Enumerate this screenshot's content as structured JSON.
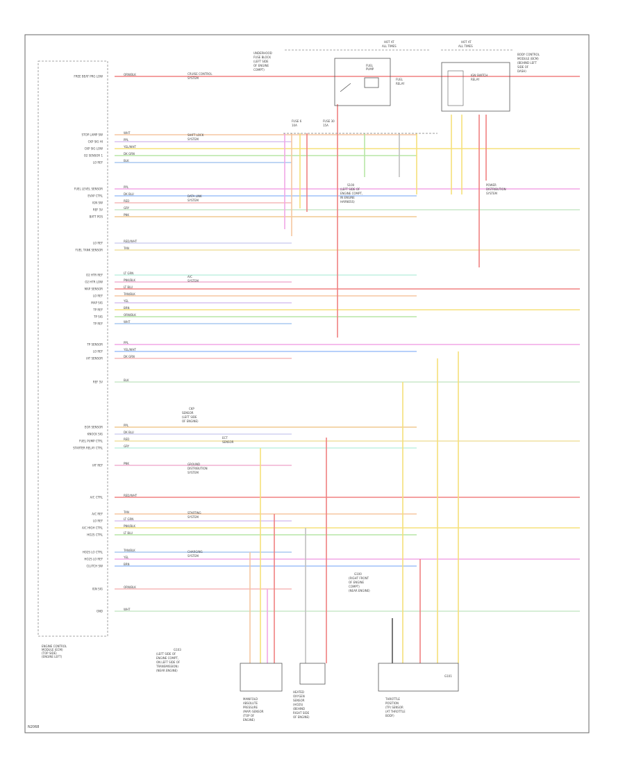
{
  "footer_code": "N2068",
  "module": {
    "name_lines": [
      "ENGINE CONTROL",
      "MODULE (ECM)",
      "(TOP SIDE)",
      "(ENGINE LEFT)"
    ]
  },
  "top_labels": {
    "hot_at_all_times_left": [
      "HOT AT",
      "ALL TIMES"
    ],
    "hot_at_all_times_right": [
      "HOT AT",
      "ALL TIMES"
    ],
    "underhood_fuse": [
      "UNDERHOOD",
      "FUSE BLOCK",
      "(LEFT SIDE",
      "OF ENGINE",
      "COMPT)"
    ],
    "fuel_pump_relay": [
      "FUEL",
      "PUMP",
      "RELAY"
    ],
    "fuel_relay_label": [
      "FUEL",
      "RELAY"
    ],
    "fuse_left": [
      "FUSE 6",
      "10A"
    ],
    "fuse_right": [
      "FUSE 30",
      "15A"
    ],
    "body_control": [
      "BODY CONTROL",
      "MODULE (BCM)",
      "(BEHIND LEFT",
      "SIDE OF",
      "DASH)"
    ],
    "ign_switch_label": [
      "IGN SWITCH",
      "RELAY"
    ],
    "splice_note": [
      "S100",
      "(LEFT SIDE OF",
      "ENGINE COMPT,",
      "IN ENGINE",
      "HARNESS)"
    ],
    "power_distribution": [
      "POWER",
      "DISTRIBUTION",
      "SYSTEM"
    ]
  },
  "pin_labels": [
    "FREE BEAT PRG LOW",
    "STOP LAMP SW",
    "CKP SIG HI",
    "CKP SIG LOW",
    "O2 SENSOR 1",
    "LO REF",
    "FUEL LEVEL SENSOR",
    "EVAP CTRL",
    "IGN SW",
    "REF 5V",
    "BATT POS",
    "LO REF",
    "FUEL TANK SENSOR",
    "O2 HTR REF",
    "O2 HTR LOW",
    "MAP SENSOR",
    "LO REF",
    "MAP SIG",
    "TP REF",
    "TP SIG",
    "TP REF",
    "TP SENSOR",
    "LO REF",
    "IAT SENSOR",
    "REF 5V",
    "EGR SENSOR",
    "KNOCK SIG",
    "FUEL PUMP CTRL",
    "STARTER RELAY CTRL",
    "IAT REF",
    "A/C CTRL",
    "A/C REF",
    "LO REF",
    "A/C HIGH CTRL",
    "HO2S CTRL",
    "HO2S LO CTRL",
    "HO2S LO REF",
    "CLUTCH SW",
    "IGN SIG",
    "GND"
  ],
  "wire_colors": [
    "ORN/BLK",
    "WHT",
    "PPL",
    "YEL/WHT",
    "DK GRN",
    "BLK",
    "PPL",
    "DK BLU",
    "RED",
    "GRY",
    "PNK",
    "RED/WHT",
    "TAN",
    "LT GRN",
    "PNK/BLK",
    "LT BLU",
    "TAN/BLK",
    "YEL",
    "BRN"
  ],
  "system_labels": {
    "cruise": [
      "CRUISE CONTROL",
      "SYSTEM"
    ],
    "shift_lock": [
      "SHIFT LOCK",
      "SYSTEM"
    ],
    "data_line": [
      "DATA LINK",
      "SYSTEM"
    ],
    "ac_system": [
      "A/C",
      "SYSTEM"
    ],
    "ground": [
      "GROUND",
      "DISTRIBUTION",
      "SYSTEM"
    ],
    "starting": [
      "STARTING",
      "SYSTEM"
    ],
    "charging": [
      "CHARGING",
      "SYSTEM"
    ]
  },
  "center_labels": {
    "ckp": [
      "CKP",
      "SENSOR",
      "(LEFT SIDE",
      "OF ENGINE)"
    ],
    "ect": [
      "ECT",
      "SENSOR"
    ]
  },
  "bottom_labels": {
    "g103": [
      "G103",
      "(LEFT SIDE OF",
      "ENGINE COMPT,",
      "ON LEFT SIDE OF",
      "TRANSMISSION)",
      "(NEAR ENGINE)"
    ],
    "map_sensor": [
      "MANIFOLD",
      "ABSOLUTE",
      "PRESSURE",
      "(MAP) SENSOR",
      "(TOP OF",
      "ENGINE)"
    ],
    "heated_o2": [
      "HEATED",
      "OXYGEN",
      "SENSOR",
      "(HO2S)",
      "(BEHIND",
      "RIGHT SIDE",
      "OF ENGINE)"
    ],
    "throttle": [
      "THROTTLE",
      "POSITION",
      "(TP) SENSOR",
      "(AT THROTTLE",
      "BODY)"
    ],
    "knock_note": [
      "G100",
      "(RIGHT FRONT",
      "OF ENGINE",
      "COMPT)",
      "(NEAR ENGINE)"
    ],
    "fuel_note": [
      "G101"
    ]
  }
}
